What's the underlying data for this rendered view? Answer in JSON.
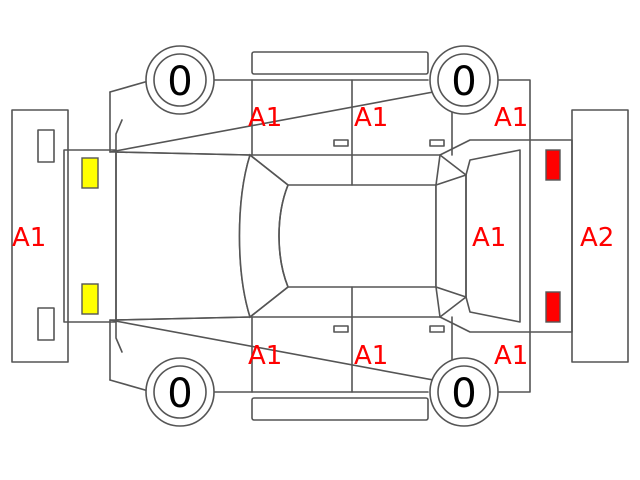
{
  "colors": {
    "line": "#555555",
    "grade_text": "#ff0000",
    "wheel_text": "#000000",
    "front_light_marker": "#ffff00",
    "rear_light_marker": "#ff0000"
  },
  "wheels": {
    "front_left": "0",
    "rear_left": "0",
    "front_right": "0",
    "rear_right": "0"
  },
  "grades": {
    "front_bumper": "A1",
    "left_front_door": "A1",
    "left_rear_door": "A1",
    "left_rear_quarter": "A1",
    "right_front_door": "A1",
    "right_rear_door": "A1",
    "right_rear_quarter": "A1",
    "trunk": "A1",
    "rear_bumper": "A2"
  }
}
